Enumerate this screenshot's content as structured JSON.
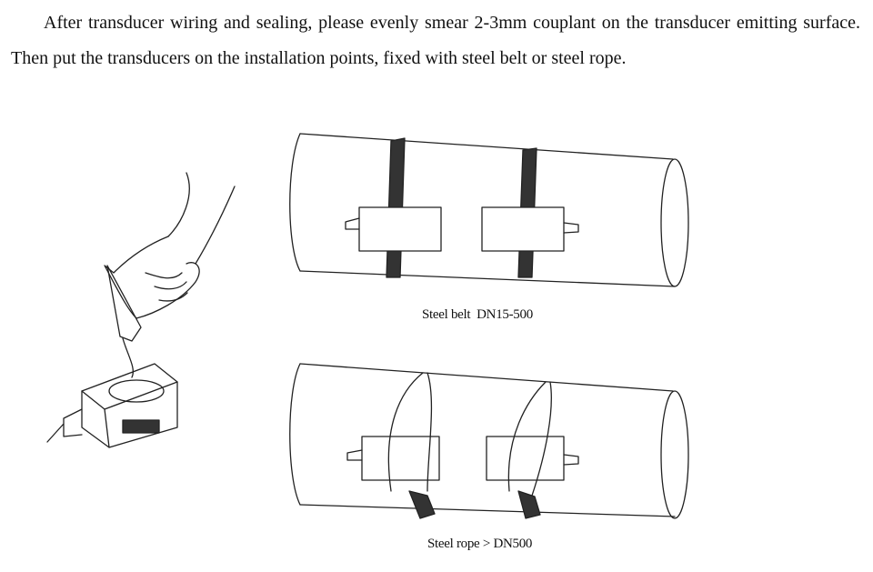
{
  "paragraph": "After transducer wiring and sealing, please evenly smear 2-3mm couplant on the transducer emitting surface. Then put the transducers on the installation points, fixed with steel belt or steel rope.",
  "figures": {
    "steel_belt_caption": "Steel belt  DN15-500",
    "steel_rope_caption": "Steel rope > DN500"
  }
}
